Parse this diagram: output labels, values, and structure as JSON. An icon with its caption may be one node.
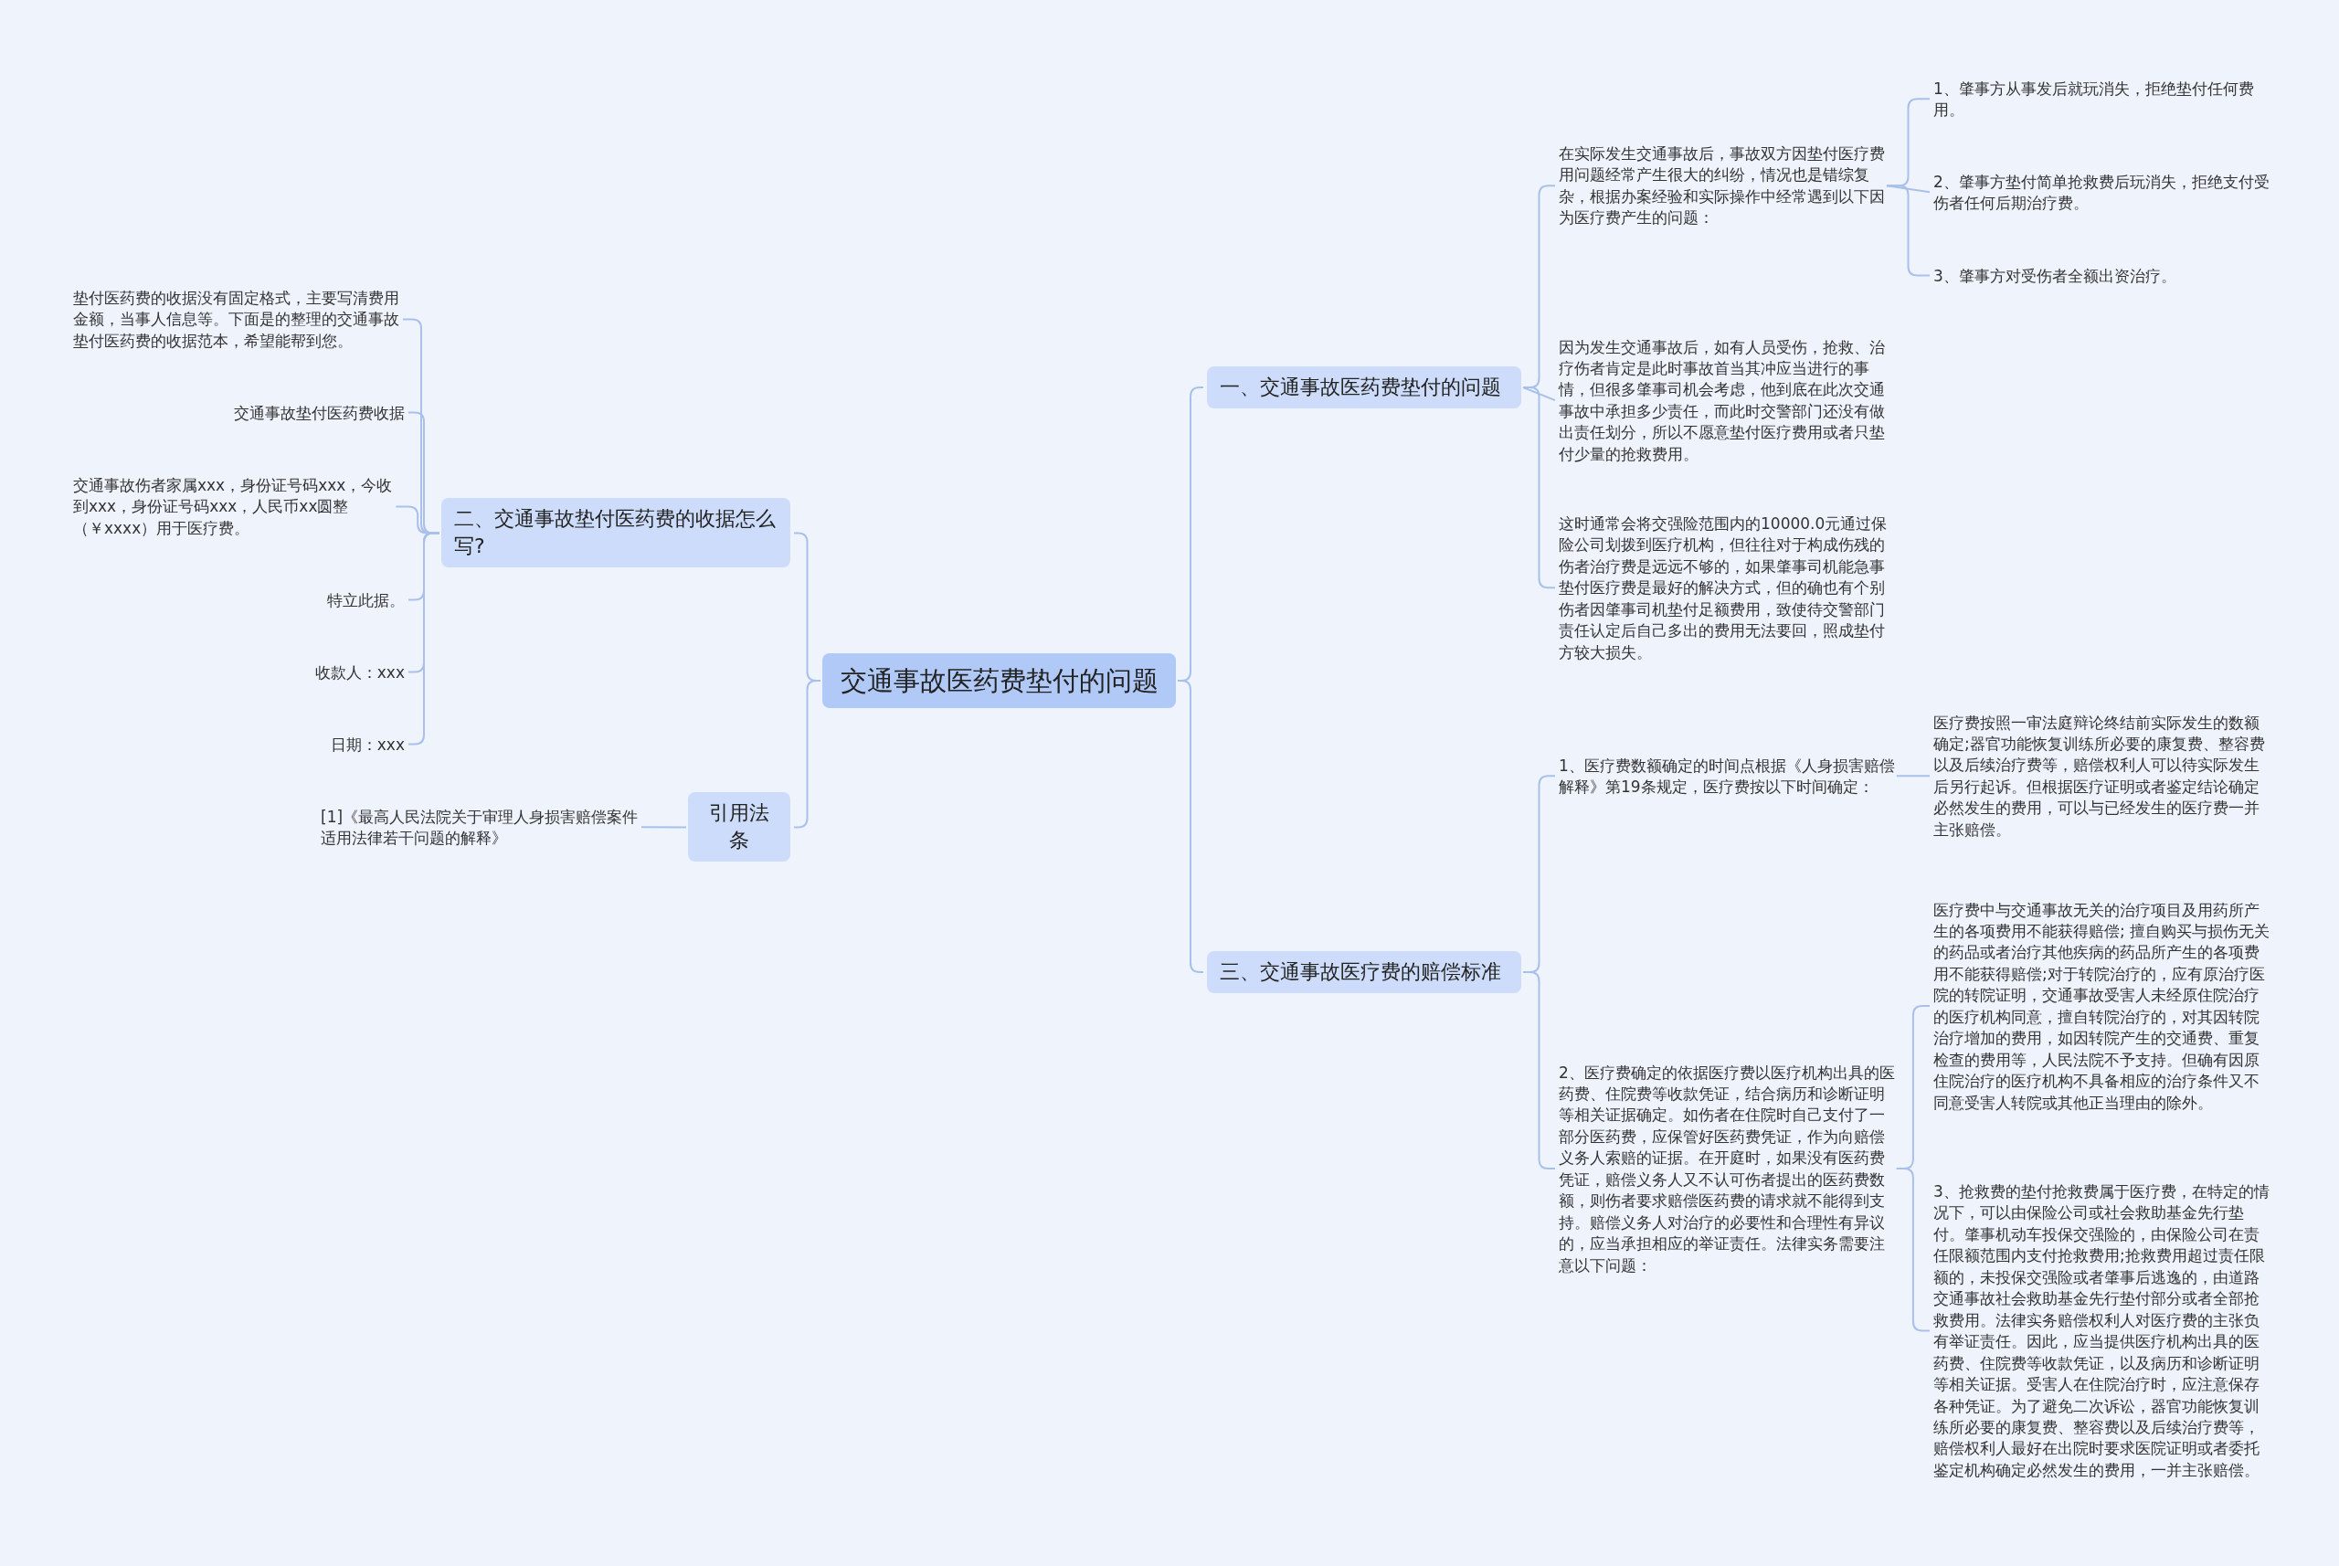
{
  "diagram": {
    "nodes": [
      {
        "text": [
          "交通事故医药费垫付的问题"
        ]
      },
      {
        "text": [
          "一、交通事故医药费垫付的问题"
        ]
      },
      {
        "text": [
          "在实际发生交通事故后，事故双方因垫付医疗费用问题经常产生很大的纠纷，情况也是错综复杂，根据办案经验和实际操作中经常遇到以下因为医疗费产生的问题："
        ]
      },
      {
        "text": [
          "1、肇事方从事发后就玩消失，拒绝垫付任何费用。"
        ]
      },
      {
        "text": [
          "2、肇事方垫付简单抢救费后玩消失，拒绝支付受伤者任何后期治疗费。"
        ]
      },
      {
        "text": [
          "3、肇事方对受伤者全额出资治疗。"
        ]
      },
      {
        "text": [
          "因为发生交通事故后，如有人员受伤，抢救、治疗伤者肯定是此时事故首当其冲应当进行的事情，但很多肇事司机会考虑，他到底在此次交通事故中承担多少责任，而此时交警部门还没有做出责任划分，所以不愿意垫付医疗费用或者只垫付少量的抢救费用。"
        ]
      },
      {
        "text": [
          "这时通常会将交强险范围内的10000.0元通过保险公司划拨到医疗机构，但往往对于构成伤残的伤者治疗费是远远不够的，如果肇事司机能急事垫付医疗费是最好的解决方式，但的确也有个别伤者因肇事司机垫付足额费用，致使待交警部门责任认定后自己多出的费用无法要回，照成垫付方较大损失。"
        ]
      },
      {
        "text": [
          "二、交通事故垫付医药费的收据怎么写?"
        ]
      },
      {
        "text": [
          "垫付医药费的收据没有固定格式，主要写清费用金额，当事人信息等。下面是的整理的交通事故垫付医药费的收据范本，希望能帮到您。"
        ]
      },
      {
        "text": [
          "交通事故垫付医药费收据"
        ]
      },
      {
        "text": [
          "交通事故伤者家属xxx，身份证号码xxx，今收到xxx，身份证号码xxx，人民币xx圆整（￥xxxx）用于医疗费。"
        ]
      },
      {
        "text": [
          "特立此据。"
        ]
      },
      {
        "text": [
          "收款人：xxx"
        ]
      },
      {
        "text": [
          "日期：xxx"
        ]
      },
      {
        "text": [
          "三、交通事故医疗费的赔偿标准"
        ]
      },
      {
        "text": [
          "1、医疗费数额确定的时间点根据《人身损害赔偿解释》第19条规定，医疗费按以下时间确定："
        ]
      },
      {
        "text": [
          "医疗费按照一审法庭辩论终结前实际发生的数额确定;器官功能恢复训练所必要的康复费、整容费以及后续治疗费等，赔偿权利人可以待实际发生后另行起诉。但根据医疗证明或者鉴定结论确定必然发生的费用，可以与已经发生的医疗费一并主张赔偿。"
        ]
      },
      {
        "text": [
          "2、医疗费确定的依据医疗费以医疗机构出具的医药费、住院费等收款凭证，结合病历和诊断证明等相关证据确定。如伤者在住院时自己支付了一部分医药费，应保管好医药费凭证，作为向赔偿义务人索赔的证据。在开庭时，如果没有医药费凭证，赔偿义务人又不认可伤者提出的医药费数额，则伤者要求赔偿医药费的请求就不能得到支持。赔偿义务人对治疗的必要性和合理性有异议的，应当承担相应的举证责任。法律实务需要注意以下问题："
        ]
      },
      {
        "text": [
          "医疗费中与交通事故无关的治疗项目及用药所产生的各项费用不能获得赔偿; 擅自购买与损伤无关的药品或者治疗其他疾病的药品所产生的各项费用不能获得赔偿;对于转院治疗的，应有原治疗医院的转院证明，交通事故受害人未经原住院治疗的医疗机构同意，擅自转院治疗的，对其因转院治疗增加的费用，如因转院产生的交通费、重复检查的费用等，人民法院不予支持。但确有因原住院治疗的医疗机构不具备相应的治疗条件又不同意受害人转院或其他正当理由的除外。"
        ]
      },
      {
        "text": [
          "3、抢救费的垫付抢救费属于医疗费，在特定的情况下，可以由保险公司或社会救助基金先行垫付。肇事机动车投保交强险的，由保险公司在责任限额范围内支付抢救费用;抢救费用超过责任限额的，未投保交强险或者肇事后逃逸的，由道路交通事故社会救助基金先行垫付部分或者全部抢救费用。法律实务赔偿权利人对医疗费的主张负有举证责任。因此，应当提供医疗机构出具的医药费、住院费等收款凭证，以及病历和诊断证明等相关证据。受害人在住院治疗时，应注意保存各种凭证。为了避免二次诉讼，器官功能恢复训练所必要的康复费、整容费以及后续治疗费等，赔偿权利人最好在出院时要求医院证明或者委托鉴定机构确定必然发生的费用，一并主张赔偿。"
        ]
      },
      {
        "text": [
          "引用法条"
        ]
      },
      {
        "text": [
          "[1]《最高人民法院关于审理人身损害赔偿案件适用法律若干问题的解释》"
        ]
      }
    ],
    "edges": [
      {
        "from": 0,
        "to": 1,
        "arrow": "none"
      },
      {
        "from": 1,
        "to": 2,
        "arrow": "none"
      },
      {
        "from": 2,
        "to": 3,
        "arrow": "none"
      },
      {
        "from": 2,
        "to": 4,
        "arrow": "none"
      },
      {
        "from": 2,
        "to": 5,
        "arrow": "none"
      },
      {
        "from": 1,
        "to": 6,
        "arrow": "none"
      },
      {
        "from": 1,
        "to": 7,
        "arrow": "none"
      },
      {
        "from": 0,
        "to": 8,
        "arrow": "none"
      },
      {
        "from": 8,
        "to": 9,
        "arrow": "none"
      },
      {
        "from": 8,
        "to": 10,
        "arrow": "none"
      },
      {
        "from": 8,
        "to": 11,
        "arrow": "none"
      },
      {
        "from": 8,
        "to": 12,
        "arrow": "none"
      },
      {
        "from": 8,
        "to": 13,
        "arrow": "none"
      },
      {
        "from": 8,
        "to": 14,
        "arrow": "none"
      },
      {
        "from": 0,
        "to": 15,
        "arrow": "none"
      },
      {
        "from": 15,
        "to": 16,
        "arrow": "none"
      },
      {
        "from": 16,
        "to": 17,
        "arrow": "none"
      },
      {
        "from": 15,
        "to": 18,
        "arrow": "none"
      },
      {
        "from": 18,
        "to": 19,
        "arrow": "none"
      },
      {
        "from": 18,
        "to": 20,
        "arrow": "none"
      },
      {
        "from": 0,
        "to": 21,
        "arrow": "none"
      },
      {
        "from": 21,
        "to": 22,
        "arrow": "none"
      }
    ]
  }
}
